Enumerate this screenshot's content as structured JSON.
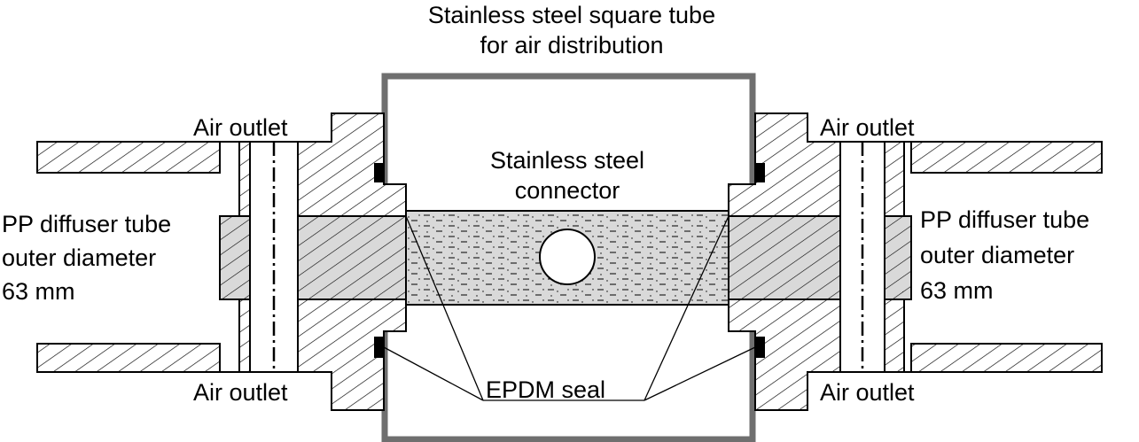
{
  "title": {
    "line1": "Stainless steel square tube",
    "line2": "for air distribution"
  },
  "labels": {
    "connector_line1": "Stainless steel",
    "connector_line2": "connector",
    "air_outlet_top_left": "Air outlet",
    "air_outlet_top_right": "Air outlet",
    "air_outlet_bottom_left": "Air outlet",
    "air_outlet_bottom_right": "Air outlet",
    "seal": "EPDM seal"
  },
  "left_tube": {
    "line1": "PP diffuser tube",
    "line2": "outer diameter",
    "line3": "63 mm"
  },
  "right_tube": {
    "line1": "PP diffuser tube",
    "line2": "outer diameter",
    "line3": "63 mm"
  },
  "colors": {
    "line": "#000000",
    "tube_frame": "#6f6f6f",
    "connector_fill": "#d9d9d9",
    "seal": "#000000",
    "background": "#ffffff"
  }
}
